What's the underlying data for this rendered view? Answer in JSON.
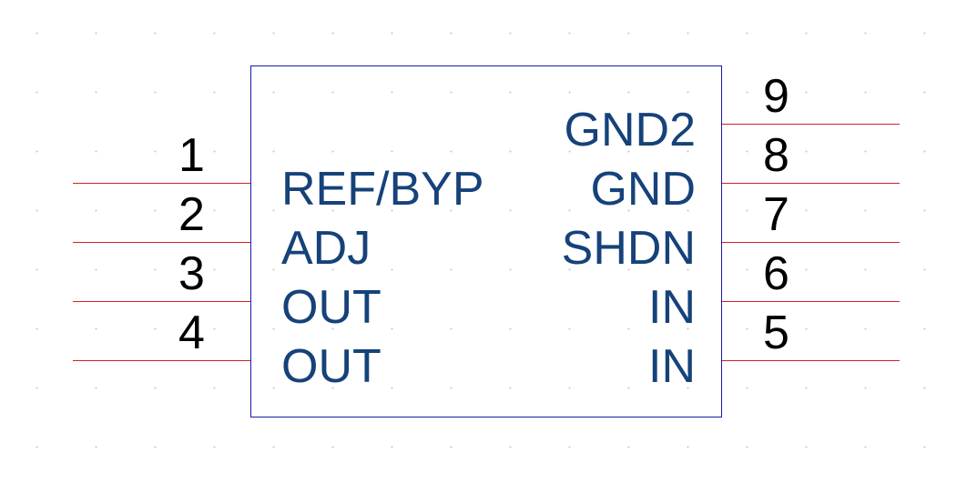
{
  "component": {
    "left_pins": [
      {
        "number": "1",
        "name": "REF/BYP"
      },
      {
        "number": "2",
        "name": "ADJ"
      },
      {
        "number": "3",
        "name": "OUT"
      },
      {
        "number": "4",
        "name": "OUT"
      }
    ],
    "right_pins": [
      {
        "number": "9",
        "name": "GND2"
      },
      {
        "number": "8",
        "name": "GND"
      },
      {
        "number": "7",
        "name": "SHDN"
      },
      {
        "number": "6",
        "name": "IN"
      },
      {
        "number": "5",
        "name": "IN"
      }
    ]
  },
  "colors": {
    "body_outline": "#1a1aa8",
    "pin_line": "#d42020",
    "signal_text": "#16427a",
    "pin_number_text": "#000000",
    "grid_dot": "#c8c8c8"
  }
}
